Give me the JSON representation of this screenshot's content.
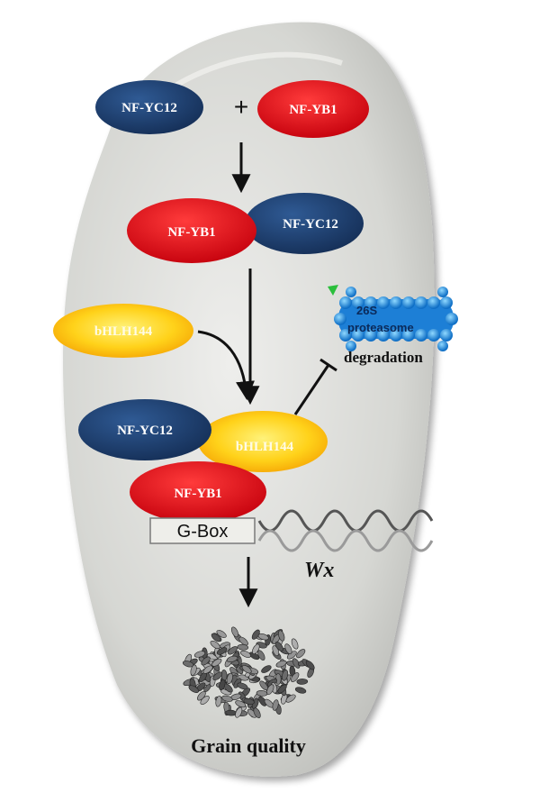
{
  "proteins": {
    "nf_yc12": "NF-YC12",
    "nf_yb1": "NF-YB1",
    "bhlh144": "bHLH144"
  },
  "plus_sign": "+",
  "proteasome": {
    "line1": "26S",
    "line2": "proteasome",
    "action": "degradation"
  },
  "promoter": {
    "element": "G-Box",
    "gene": "Wx"
  },
  "outcome": "Grain quality",
  "colors": {
    "nf_yc12": "#1c3d6e",
    "nf_yb1": "#e0101a",
    "bhlh144": "#f6c200",
    "proteasome": "#1f8fe0",
    "grain_body": "#d9dad6"
  }
}
